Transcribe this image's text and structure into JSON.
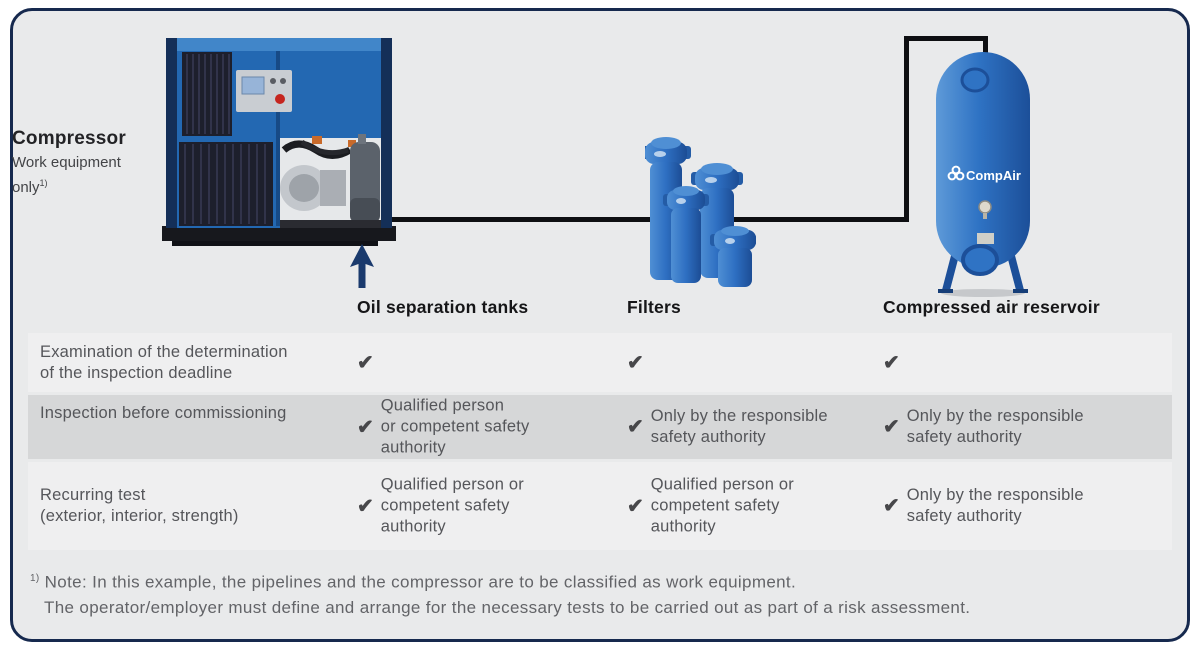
{
  "colors": {
    "frame_navy": "#16294e",
    "background": "#e9eaeb",
    "row_light": "#efeff0",
    "row_dark": "#d6d7d8",
    "equipment_blue": "#2e6fc2",
    "pipe_black": "#0e0f12",
    "arrow_navy": "#1a3a6d"
  },
  "icons": {
    "check": "✔",
    "arrow": "up-arrow",
    "brand_trefoil": "trefoil"
  },
  "diagram": {
    "compressor": {
      "title": "Compressor",
      "subtitle_line1": "Work equipment",
      "subtitle_line2": "only",
      "footnote_ref": "1)"
    },
    "reservoir_brand": "CompAir"
  },
  "columns": [
    {
      "label": "Oil separation tanks"
    },
    {
      "label": "Filters"
    },
    {
      "label": "Compressed air reservoir"
    }
  ],
  "table": {
    "rows": [
      {
        "label": "Examination of the determination\nof the inspection deadline",
        "cells": [
          {
            "checked": true,
            "text": ""
          },
          {
            "checked": true,
            "text": ""
          },
          {
            "checked": true,
            "text": ""
          }
        ]
      },
      {
        "label": "Inspection before commissioning",
        "cells": [
          {
            "checked": true,
            "text": "Qualified person\nor competent safety\nauthority"
          },
          {
            "checked": true,
            "text": "Only by the responsible\nsafety authority"
          },
          {
            "checked": true,
            "text": "Only by the responsible\nsafety authority"
          }
        ]
      },
      {
        "label": "Recurring test\n(exterior, interior, strength)",
        "cells": [
          {
            "checked": true,
            "text": "Qualified person or\ncompetent safety\nauthority"
          },
          {
            "checked": true,
            "text": "Qualified person or\ncompetent safety\nauthority"
          },
          {
            "checked": true,
            "text": "Only by the responsible\nsafety authority"
          }
        ]
      }
    ]
  },
  "note": {
    "ref": "1)",
    "line1": "Note: In this example, the pipelines and the compressor are to be classified as work equipment.",
    "line2": "The operator/employer must define and arrange for the necessary tests to be carried out as part of a risk assessment."
  }
}
